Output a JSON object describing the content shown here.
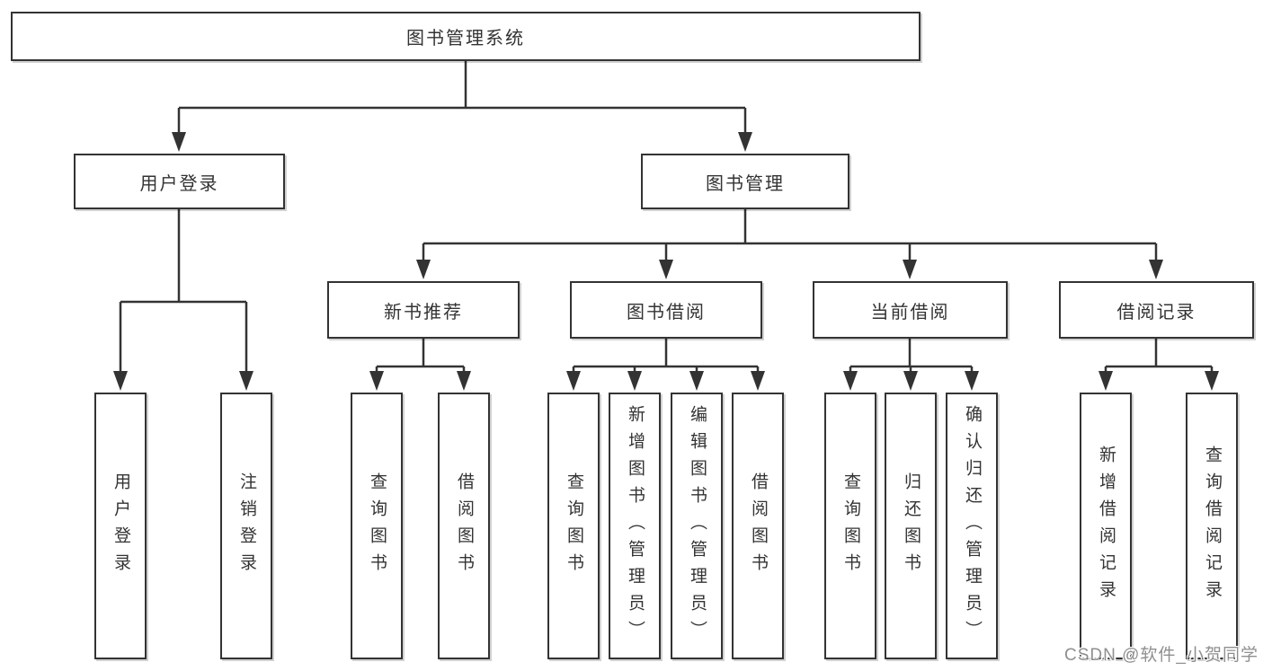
{
  "diagram": {
    "title": "图书管理系统",
    "type": "functional-structure-tree"
  },
  "tree": {
    "root": {
      "label": "图书管理系统"
    },
    "level2": [
      {
        "label": "用户登录"
      },
      {
        "label": "图书管理"
      }
    ],
    "level3": [
      {
        "label": "新书推荐"
      },
      {
        "label": "图书借阅"
      },
      {
        "label": "当前借阅"
      },
      {
        "label": "借阅记录"
      }
    ],
    "leaves": {
      "user_login": [
        "用户登录",
        "注销登录"
      ],
      "new_book_recommendation": [
        "查询图书",
        "借阅图书"
      ],
      "book_borrowing": [
        "查询图书",
        "新增图书（管理员）",
        "编辑图书（管理员）",
        "借阅图书"
      ],
      "current_borrowing": [
        "查询图书",
        "归还图书",
        "确认归还（管理员）"
      ],
      "borrowing_records": [
        "新增借阅记录",
        "查询借阅记录"
      ]
    }
  },
  "watermark": {
    "text": "CSDN @软件_小贺同学"
  },
  "colors": {
    "line": "#333333",
    "box_border": "#333333",
    "text": "#333333",
    "watermark_text": "#8f8f8f",
    "background": "#ffffff"
  }
}
